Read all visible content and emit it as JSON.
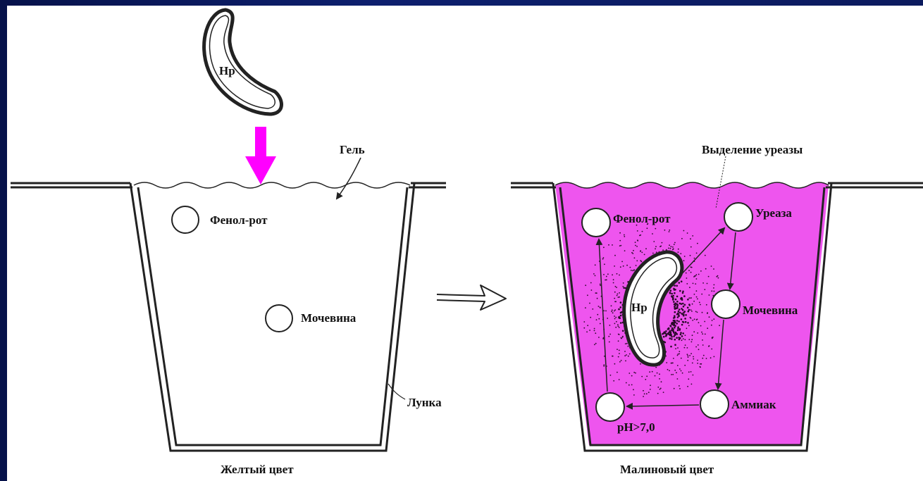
{
  "colors": {
    "background_frame": "#0b1a5e",
    "panel": "#ffffff",
    "magenta_gel": "#ee55ee",
    "drop_arrow": "#ff00ff",
    "outline": "#222222"
  },
  "icons": {
    "bacterium": "hp-bacterium-icon",
    "drop_arrow": "down-arrow-icon",
    "transition_arrow": "hollow-right-arrow-icon"
  },
  "left_panel": {
    "bacterium_label": "Hp",
    "gel_label": "Гель",
    "phenol_label": "Фенол-рот",
    "urea_label": "Мочевина",
    "well_label": "Лунка",
    "caption": "Желтый цвет"
  },
  "right_panel": {
    "urease_release_label": "Выделение уреазы",
    "phenol_label": "Фенол-рот",
    "urease_label": "Уреаза",
    "bacterium_label": "Hp",
    "urea_label": "Мочевина",
    "ammonia_label": "Аммиак",
    "ph_label": "pH>7,0",
    "caption": "Малиновый цвет"
  }
}
